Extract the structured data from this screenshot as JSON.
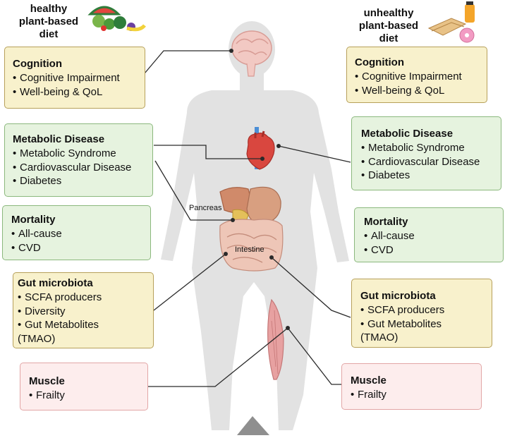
{
  "left_header": {
    "line1": "healthy",
    "line2": "plant-based",
    "line3": "diet"
  },
  "right_header": {
    "line1": "unhealthy",
    "line2": "plant-based",
    "line3": "diet"
  },
  "labels": {
    "pancreas": "Pancreas",
    "intestine": "Intestine"
  },
  "left": {
    "cognition": {
      "title": "Cognition",
      "items": [
        "Cognitive Impairment",
        "Well-being & QoL"
      ]
    },
    "metabolic": {
      "title": "Metabolic Disease",
      "items": [
        "Metabolic Syndrome",
        "Cardiovascular Disease",
        "Diabetes"
      ]
    },
    "mortality": {
      "title": "Mortality",
      "items": [
        "All-cause",
        "CVD"
      ]
    },
    "gut": {
      "title": "Gut microbiota",
      "items": [
        "SCFA producers",
        "Diversity",
        "Gut Metabolites",
        "(TMAO)"
      ]
    },
    "muscle": {
      "title": "Muscle",
      "items": [
        "Frailty"
      ]
    }
  },
  "right": {
    "cognition": {
      "title": "Cognition",
      "items": [
        "Cognitive Impairment",
        "Well-being & QoL"
      ]
    },
    "metabolic": {
      "title": "Metabolic Disease",
      "items": [
        "Metabolic Syndrome",
        "Cardiovascular Disease",
        "Diabetes"
      ]
    },
    "mortality": {
      "title": "Mortality",
      "items": [
        "All-cause",
        "CVD"
      ]
    },
    "gut": {
      "title": "Gut microbiota",
      "items": [
        "SCFA producers",
        "Gut Metabolites",
        "(TMAO)"
      ]
    },
    "muscle": {
      "title": "Muscle",
      "items": [
        "Frailty"
      ]
    }
  },
  "bullet": "•",
  "colors": {
    "cognition_bg": "#f8f1cc",
    "metabolic_bg": "#e6f3df",
    "gut_bg": "#f8f1cc",
    "muscle_bg": "#fdeded"
  }
}
